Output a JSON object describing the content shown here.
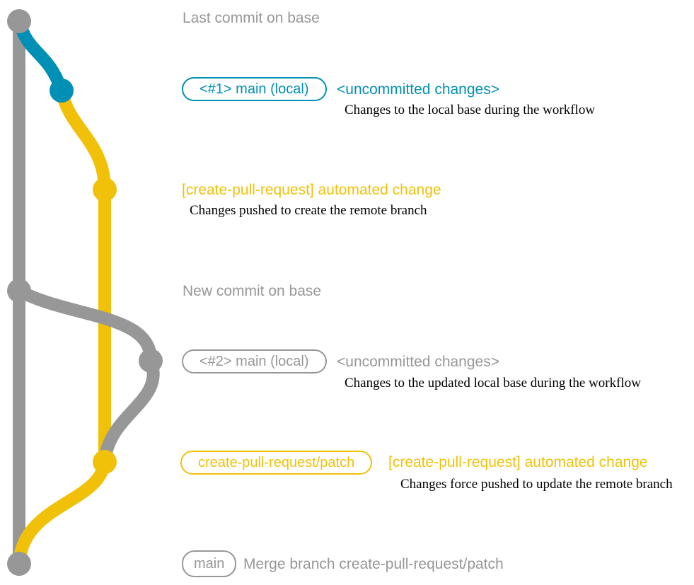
{
  "colors": {
    "gray": "#979797",
    "blue": "#008fb5",
    "yellow": "#f1c109",
    "text": "#000000",
    "background": "#ffffff"
  },
  "graph": {
    "type": "git-branch-diagram",
    "branches": [
      {
        "name": "base",
        "color": "#979797"
      },
      {
        "name": "main (local)",
        "color": "#008fb5"
      },
      {
        "name": "create-pull-request/patch",
        "color": "#f1c109"
      }
    ],
    "commits": [
      {
        "branch": "base",
        "label": "Last commit on base"
      },
      {
        "branch": "main (local)",
        "badge": "<#1> main (local)",
        "label": "<uncommitted changes>"
      },
      {
        "branch": "create-pull-request/patch",
        "label": "[create-pull-request] automated change"
      },
      {
        "branch": "base",
        "label": "New commit on base"
      },
      {
        "branch": "main (local)",
        "badge": "<#2> main (local)",
        "label": "<uncommitted changes>"
      },
      {
        "branch": "create-pull-request/patch",
        "badge": "create-pull-request/patch",
        "label": "[create-pull-request] automated change"
      },
      {
        "branch": "base",
        "badge": "main",
        "label": "Merge branch create-pull-request/patch"
      }
    ]
  },
  "annotations": {
    "last_commit": "Last commit on base",
    "row1": {
      "badge": "<#1> main (local)",
      "title": "<uncommitted changes>",
      "desc": "Changes to the local base during the workflow"
    },
    "row2": {
      "title": "[create-pull-request] automated change",
      "desc": "Changes pushed to create the remote branch"
    },
    "new_commit": "New commit on base",
    "row3": {
      "badge": "<#2> main (local)",
      "title": "<uncommitted changes>",
      "desc": "Changes to the updated local base during the workflow"
    },
    "row4": {
      "badge": "create-pull-request/patch",
      "title": "[create-pull-request] automated change",
      "desc": "Changes force pushed to update the remote branch"
    },
    "merge": {
      "badge": "main",
      "label": "Merge branch create-pull-request/patch"
    }
  }
}
